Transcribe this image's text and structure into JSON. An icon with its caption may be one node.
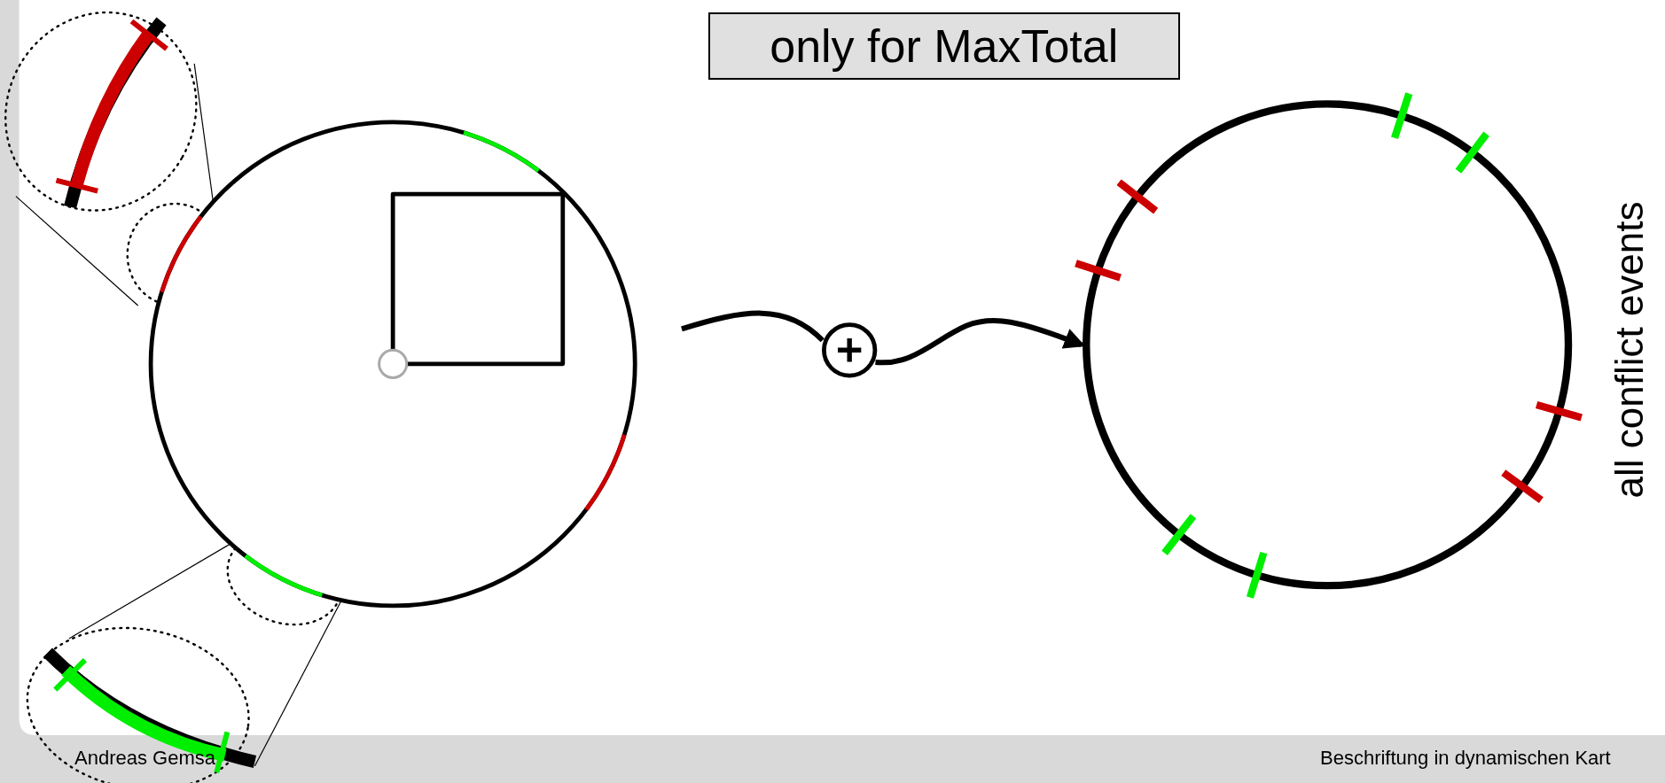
{
  "diagram": {
    "nodes": [
      {
        "text": [
          "only for MaxTotal"
        ]
      },
      {
        "text": [],
        "shape": "circle"
      },
      {
        "text": [],
        "shape": "circle"
      },
      {
        "text": [],
        "shape": "circle"
      }
    ],
    "edges": [
      {
        "from": null,
        "to": 3,
        "arrow": "none"
      },
      {
        "from": 3,
        "to": 2,
        "arrow": "to"
      }
    ],
    "labels": [
      "all conflict events",
      "Andreas Gemsa",
      "Beschriftung in dynamischen Kart"
    ]
  }
}
